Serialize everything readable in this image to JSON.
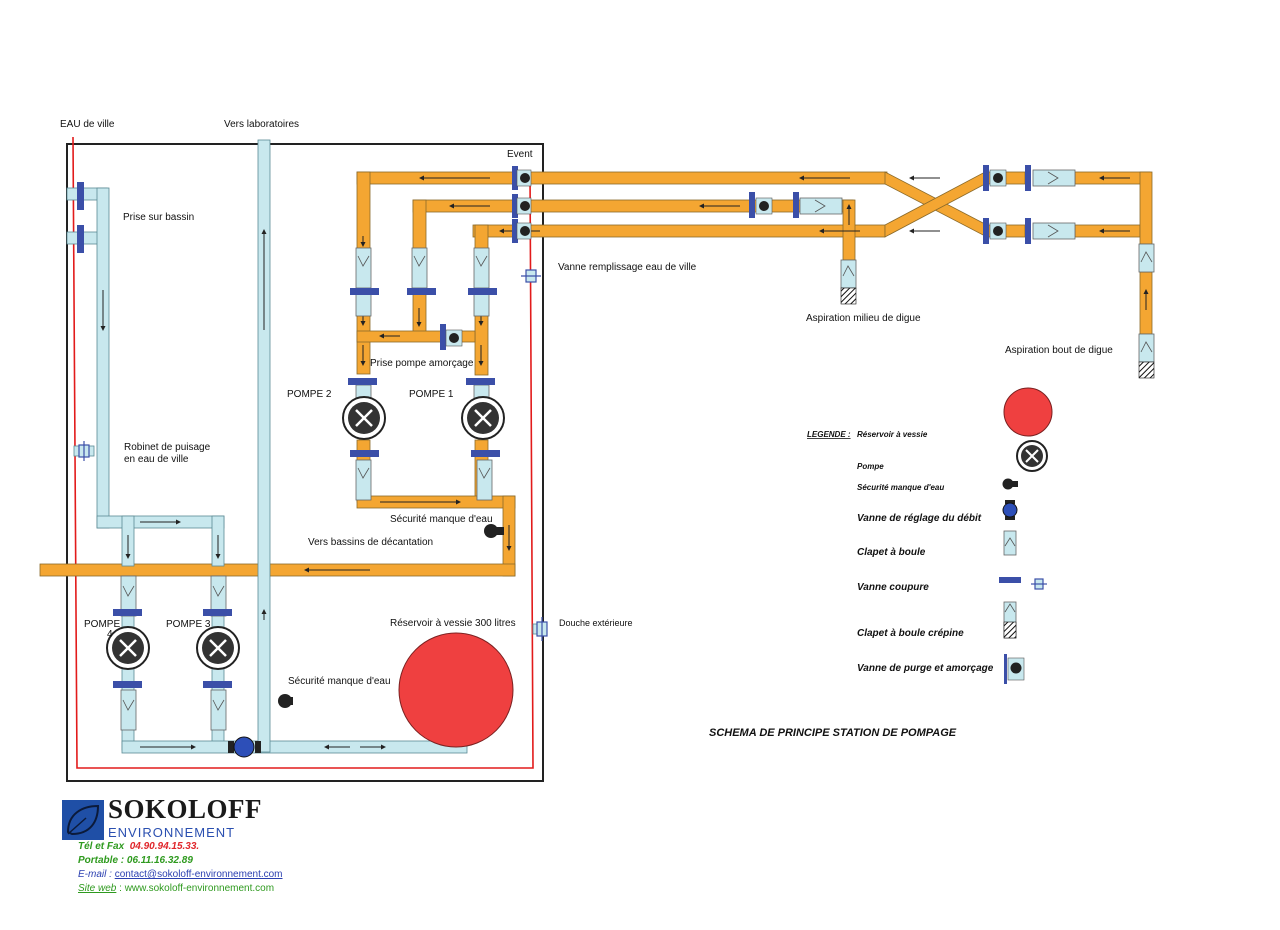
{
  "labels": {
    "eau_de_ville": "EAU de ville",
    "vers_laboratoires": "Vers laboratoires",
    "event": "Event",
    "prise_sur_bassin": "Prise sur bassin",
    "vanne_remplissage": "Vanne remplissage eau de ville",
    "aspiration_milieu": "Aspiration milieu de digue",
    "aspiration_bout": "Aspiration bout de digue",
    "prise_pompe_amorcage": "Prise pompe amorçage",
    "pompe_2": "POMPE 2",
    "pompe_1": "POMPE 1",
    "robinet_line1": "Robinet de puisage",
    "robinet_line2": "en eau de ville",
    "securite_1": "Sécurité manque d'eau",
    "vers_bassins": "Vers bassins de décantation",
    "pompe_4_line1": "POMPE",
    "pompe_4_line2": "4",
    "pompe_3": "POMPE 3",
    "reservoir_300": "Réservoir à vessie 300 litres",
    "douche": "Douche extérieure",
    "securite_2": "Sécurité manque d'eau"
  },
  "legend": {
    "heading": "LEGENDE :",
    "reservoir": "Réservoir à vessie",
    "pompe": "Pompe",
    "securite": "Sécurité manque d'eau",
    "vanne_reglage": "Vanne de réglage du débit",
    "clapet": "Clapet à boule",
    "vanne_coupure": "Vanne coupure",
    "clapet_crepine": "Clapet à boule crépine",
    "vanne_purge": "Vanne de purge et amorçage"
  },
  "title": "SCHEMA DE PRINCIPE STATION DE POMPAGE",
  "company": {
    "name": "SOKOLOFF",
    "subtitle": "ENVIRONNEMENT",
    "tel_label": "Tél et Fax",
    "tel": "04.90.94.15.33.",
    "portable": "Portable : 06.11.16.32.89",
    "email_label": "E-mail :",
    "email": "contact@sokoloff-environnement.com",
    "web_label": "Site web",
    "web_sep": " : ",
    "web": "www.sokoloff-environnement.com"
  },
  "colors": {
    "orange_pipe": "#f4a632",
    "light_pipe": "#c8e8ee",
    "valve_blue": "#3b4fa8",
    "reservoir_red": "#ef4040",
    "frame_red": "#e21b1b"
  }
}
